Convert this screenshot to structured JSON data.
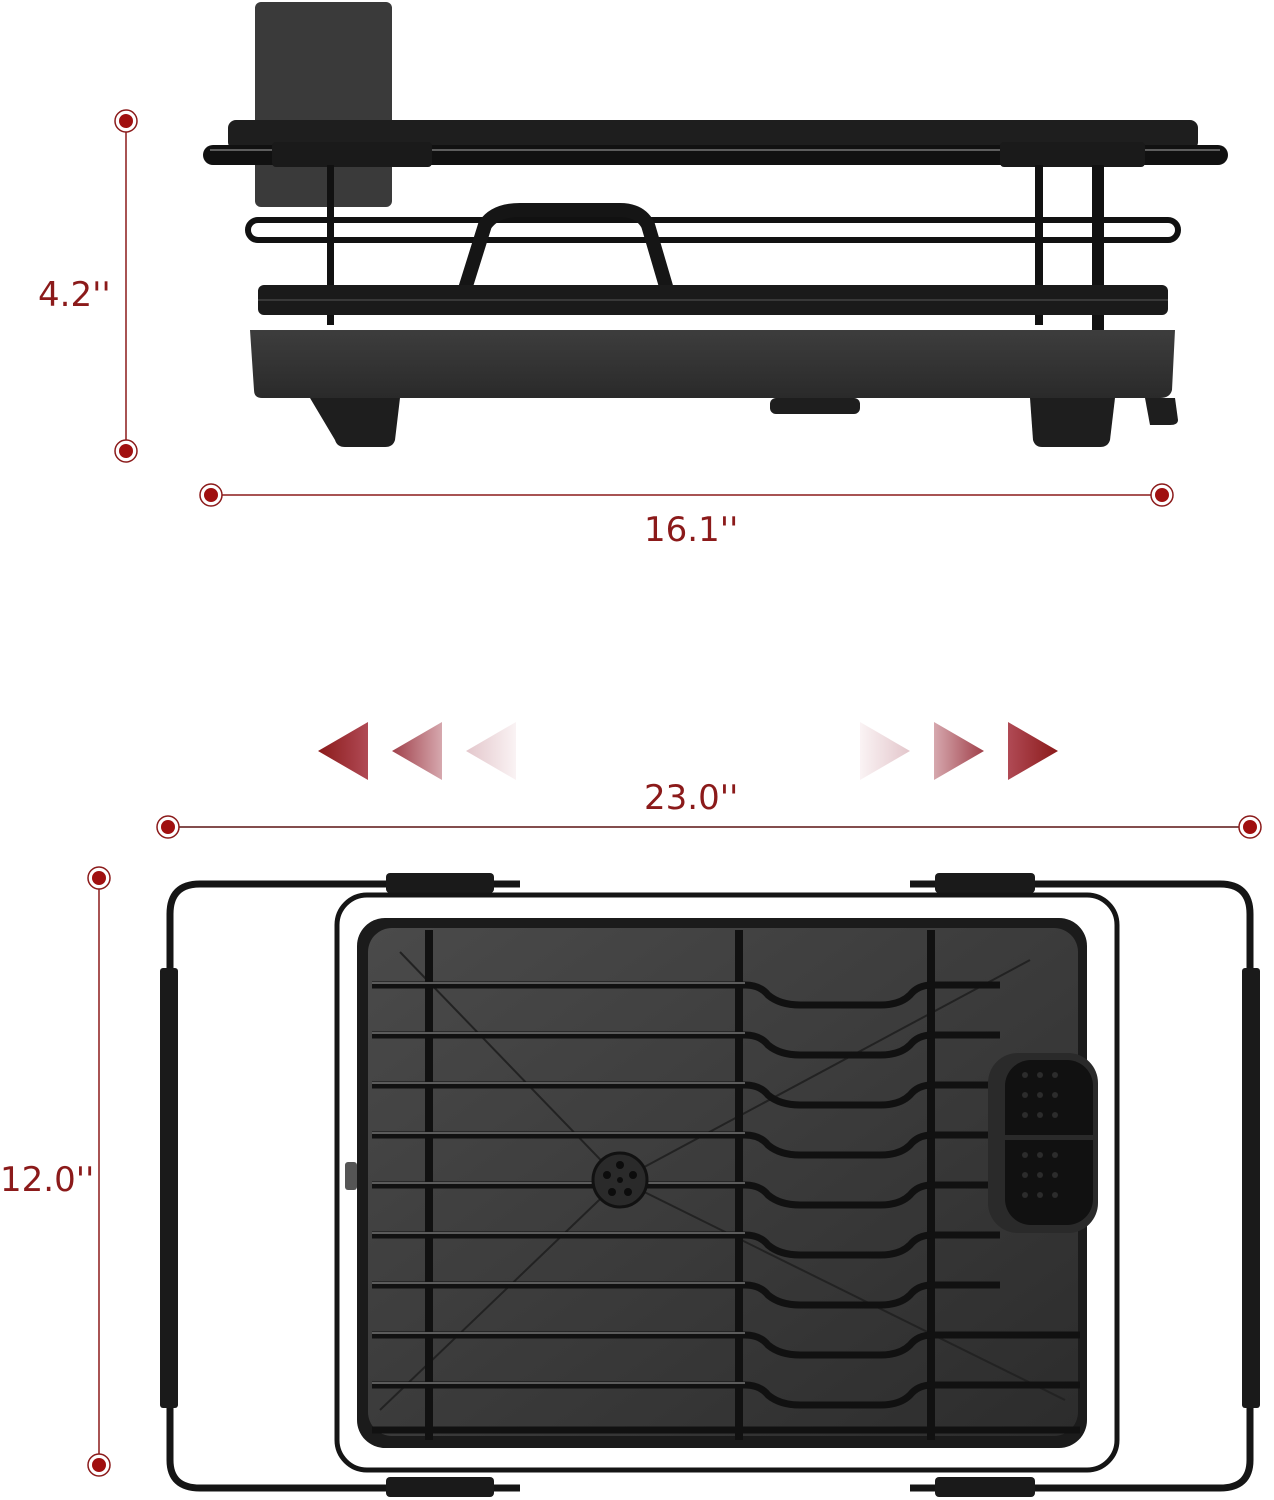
{
  "colors": {
    "accent": "#8b1a1a",
    "dot": "#a01010",
    "product_dark": "#1c1c1c",
    "product_mid": "#3a3a3a",
    "tray": "#2e2e2e",
    "background": "#ffffff"
  },
  "side_view": {
    "height_label": "4.2''",
    "width_label": "16.1''"
  },
  "top_view": {
    "extended_width_label": "23.0''",
    "depth_label": "12.0''",
    "left_arrows_icon": "triangle-left-icon",
    "right_arrows_icon": "triangle-right-icon"
  }
}
